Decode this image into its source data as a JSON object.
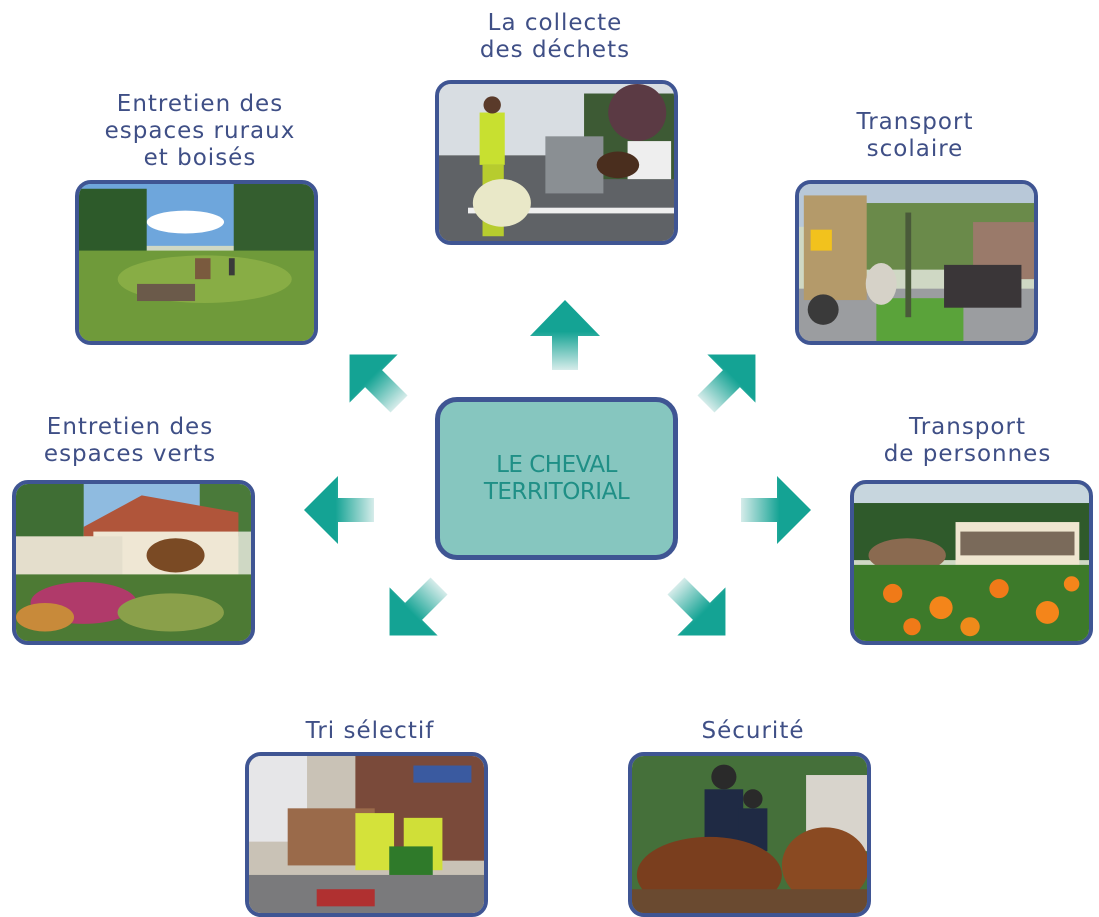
{
  "center": {
    "line1": "LE CHEVAL",
    "line2": "TERRITORIAL",
    "fill": "#86c6bf",
    "border": "#3f5593"
  },
  "colors": {
    "arrow": "#14a394",
    "frame": "#3f5593",
    "label_text": "#3f4f86"
  },
  "topics": [
    {
      "id": "collecte",
      "lines": [
        "La collecte",
        "des déchets"
      ],
      "icon": "photo-waste-collection"
    },
    {
      "id": "rural",
      "lines": [
        "Entretien des",
        "espaces ruraux",
        "et boisés"
      ],
      "icon": "photo-rural-mowing"
    },
    {
      "id": "scolaire",
      "lines": [
        "Transport",
        "scolaire"
      ],
      "icon": "photo-school-wagon"
    },
    {
      "id": "verts",
      "lines": [
        "Entretien des",
        "espaces verts"
      ],
      "icon": "photo-green-spaces"
    },
    {
      "id": "personnes",
      "lines": [
        "Transport",
        "de personnes"
      ],
      "icon": "photo-passenger-transport"
    },
    {
      "id": "tri",
      "lines": [
        "Tri sélectif"
      ],
      "icon": "photo-recycling"
    },
    {
      "id": "securite",
      "lines": [
        "Sécurité"
      ],
      "icon": "photo-mounted-police"
    }
  ]
}
